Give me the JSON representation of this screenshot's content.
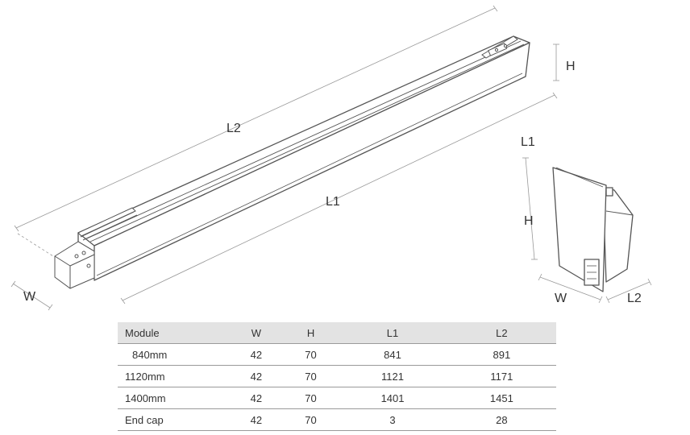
{
  "dimension_labels": {
    "main_l2": "L2",
    "main_l1": "L1",
    "main_h": "H",
    "main_w": "W",
    "cap_l1": "L1",
    "cap_h": "H",
    "cap_w": "W",
    "cap_l2": "L2"
  },
  "table": {
    "headers": [
      "Module",
      "W",
      "H",
      "L1",
      "L2"
    ],
    "rows": [
      [
        "840mm",
        "42",
        "70",
        "841",
        "891"
      ],
      [
        "1120mm",
        "42",
        "70",
        "1121",
        "1171"
      ],
      [
        "1400mm",
        "42",
        "70",
        "1401",
        "1451"
      ],
      [
        "End cap",
        "42",
        "70",
        "3",
        "28"
      ]
    ]
  },
  "colors": {
    "line": "#555555",
    "dim_line": "#999999",
    "header_bg": "#e3e3e3"
  }
}
